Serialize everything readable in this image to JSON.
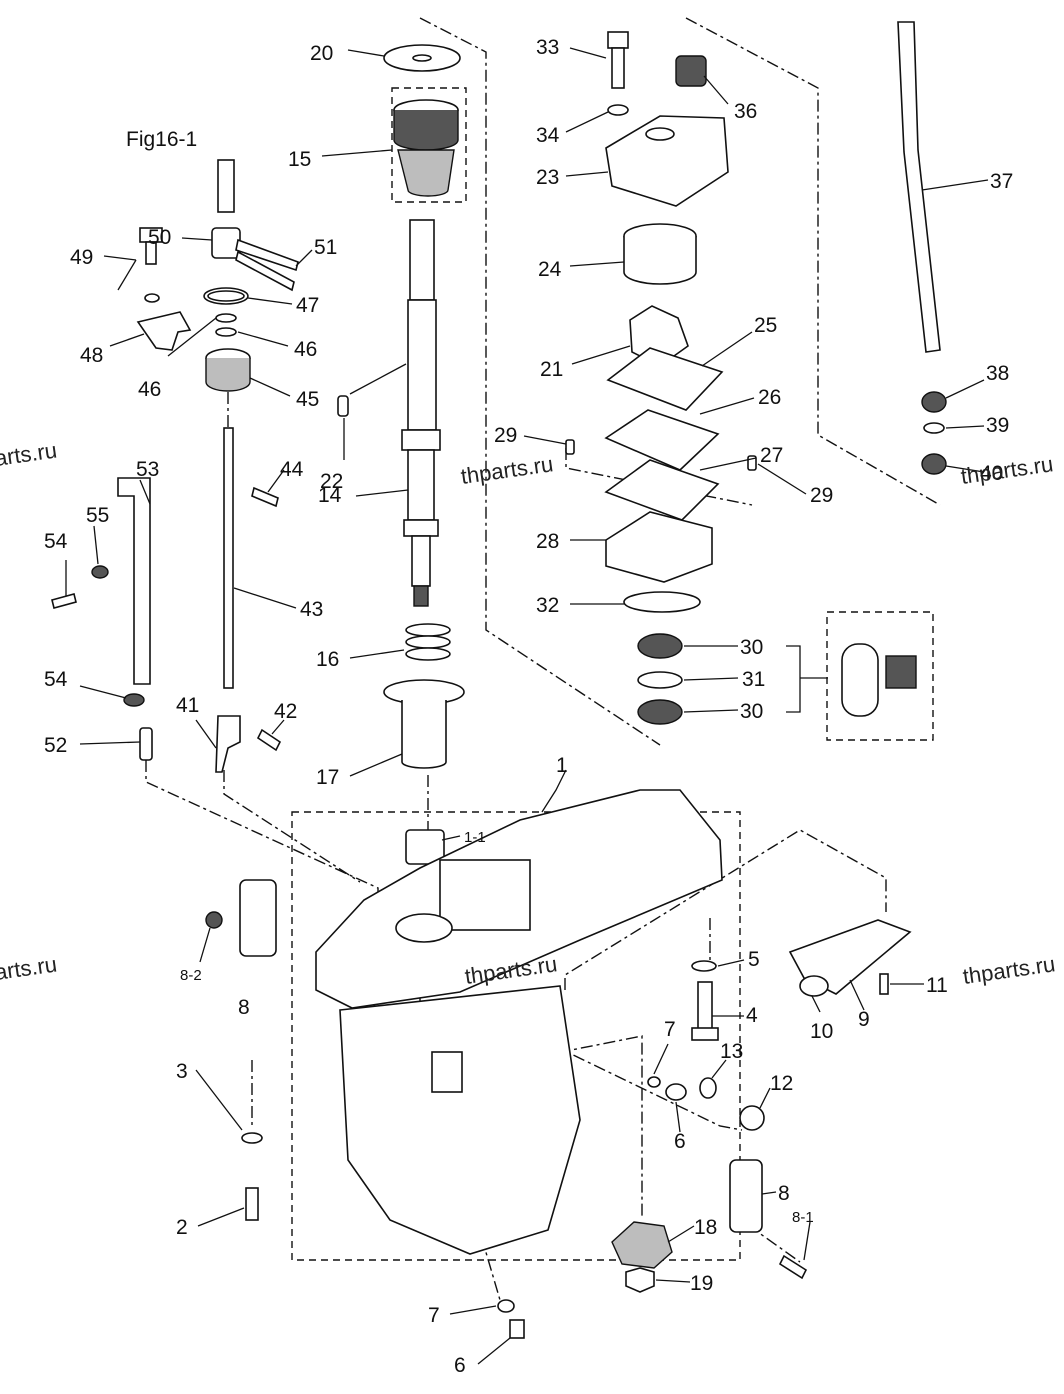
{
  "labels": [
    {
      "id": "20",
      "text": "20"
    },
    {
      "id": "15",
      "text": "15"
    },
    {
      "id": "fig",
      "text": "Fig16-1"
    },
    {
      "id": "50",
      "text": "50"
    },
    {
      "id": "51",
      "text": "51"
    },
    {
      "id": "49",
      "text": "49"
    },
    {
      "id": "47",
      "text": "47"
    },
    {
      "id": "46a",
      "text": "46"
    },
    {
      "id": "46b",
      "text": "46"
    },
    {
      "id": "48",
      "text": "48"
    },
    {
      "id": "45",
      "text": "45"
    },
    {
      "id": "22",
      "text": "22"
    },
    {
      "id": "44",
      "text": "44"
    },
    {
      "id": "14",
      "text": "14"
    },
    {
      "id": "53",
      "text": "53"
    },
    {
      "id": "55",
      "text": "55"
    },
    {
      "id": "54a",
      "text": "54"
    },
    {
      "id": "43",
      "text": "43"
    },
    {
      "id": "16",
      "text": "16"
    },
    {
      "id": "54b",
      "text": "54"
    },
    {
      "id": "41",
      "text": "41"
    },
    {
      "id": "42",
      "text": "42"
    },
    {
      "id": "52",
      "text": "52"
    },
    {
      "id": "17",
      "text": "17"
    },
    {
      "id": "1",
      "text": "1"
    },
    {
      "id": "1-1",
      "text": "1-1"
    },
    {
      "id": "33",
      "text": "33"
    },
    {
      "id": "36",
      "text": "36"
    },
    {
      "id": "34",
      "text": "34"
    },
    {
      "id": "23",
      "text": "23"
    },
    {
      "id": "24",
      "text": "24"
    },
    {
      "id": "25",
      "text": "25"
    },
    {
      "id": "21",
      "text": "21"
    },
    {
      "id": "26",
      "text": "26"
    },
    {
      "id": "29a",
      "text": "29"
    },
    {
      "id": "27",
      "text": "27"
    },
    {
      "id": "29b",
      "text": "29"
    },
    {
      "id": "28",
      "text": "28"
    },
    {
      "id": "32",
      "text": "32"
    },
    {
      "id": "30a",
      "text": "30"
    },
    {
      "id": "31",
      "text": "31"
    },
    {
      "id": "30b",
      "text": "30"
    },
    {
      "id": "37",
      "text": "37"
    },
    {
      "id": "38",
      "text": "38"
    },
    {
      "id": "39",
      "text": "39"
    },
    {
      "id": "40",
      "text": "40"
    },
    {
      "id": "8-2",
      "text": "8-2"
    },
    {
      "id": "8a",
      "text": "8"
    },
    {
      "id": "5",
      "text": "5"
    },
    {
      "id": "4",
      "text": "4"
    },
    {
      "id": "9",
      "text": "9"
    },
    {
      "id": "10",
      "text": "10"
    },
    {
      "id": "11",
      "text": "11"
    },
    {
      "id": "7a",
      "text": "7"
    },
    {
      "id": "13",
      "text": "13"
    },
    {
      "id": "12",
      "text": "12"
    },
    {
      "id": "6a",
      "text": "6"
    },
    {
      "id": "3",
      "text": "3"
    },
    {
      "id": "2",
      "text": "2"
    },
    {
      "id": "8b",
      "text": "8"
    },
    {
      "id": "8-1",
      "text": "8-1"
    },
    {
      "id": "18",
      "text": "18"
    },
    {
      "id": "19",
      "text": "19"
    },
    {
      "id": "7b",
      "text": "7"
    },
    {
      "id": "6b",
      "text": "6"
    }
  ],
  "watermarks": [
    {
      "id": "w1",
      "text": "arts.ru"
    },
    {
      "id": "w2",
      "text": "thparts.ru"
    },
    {
      "id": "w3",
      "text": "thparts.ru"
    },
    {
      "id": "w4",
      "text": "arts.ru"
    },
    {
      "id": "w5",
      "text": "thparts.ru"
    },
    {
      "id": "w6",
      "text": "thparts.ru"
    }
  ]
}
